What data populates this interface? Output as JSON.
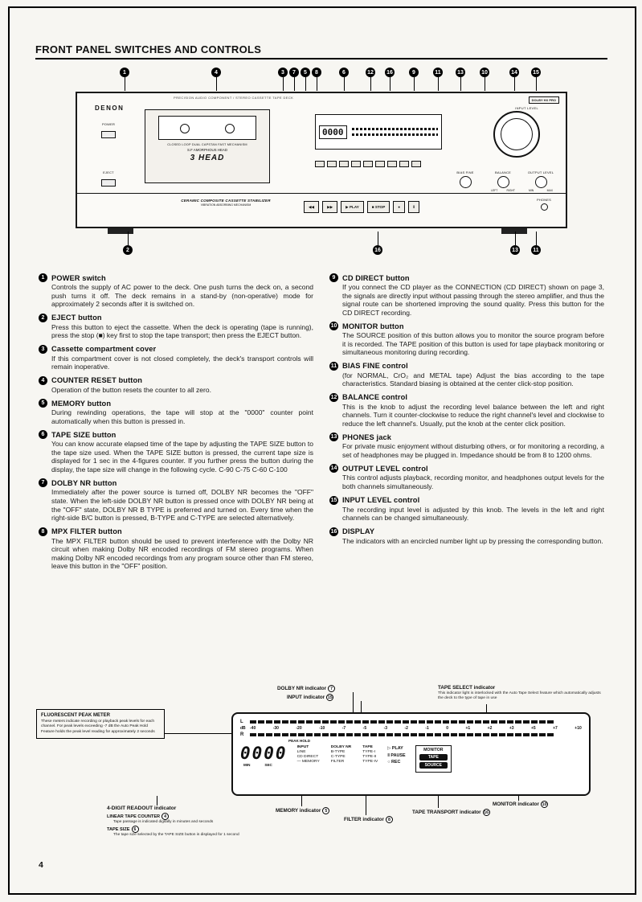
{
  "page": {
    "title": "FRONT PANEL SWITCHES AND CONTROLS",
    "number": "4"
  },
  "figure": {
    "brand": "DENON",
    "model_line": "PRECISION AUDIO COMPONENT / STEREO CASSETTE TAPE DECK",
    "dolby_badge": "DOLBY HX PRO",
    "input_level_label": "INPUT LEVEL",
    "power_label": "POWER",
    "eject_label": "EJECT",
    "door_line1": "CLOSED LOOP DUAL CAPSTAN FAST MECHANISM",
    "door_line2": "S.F AMORPHOUS HEAD",
    "door_line3": "3 HEAD",
    "stabilizer_line1": "CERAMIC COMPOSITE CASSETTE STABILIZER",
    "stabilizer_line2": "VIBRATION ABSORBING MECHANISM",
    "counter": "0000",
    "bias_fine_label": "BIAS FINE",
    "balance_label": "BALANCE",
    "output_level_label": "OUTPUT LEVEL",
    "left_label": "LEFT",
    "right_label": "RIGHT",
    "min_label": "MIN",
    "max_label": "MAX",
    "phones_label": "PHONES",
    "transport_buttons": [
      "◀◀",
      "▶▶",
      "▶ PLAY",
      "■ STOP",
      "●",
      "‖"
    ],
    "callouts_top": [
      "1",
      "4",
      "3",
      "7",
      "5",
      "8",
      "6",
      "12",
      "16",
      "9",
      "11",
      "13",
      "10",
      "14",
      "15"
    ],
    "callouts_bottom": [
      "2",
      "16",
      "13",
      "11"
    ]
  },
  "sections": {
    "left": [
      {
        "num": "1",
        "title": "POWER switch",
        "body": "Controls the supply of AC power to the deck. One push turns the deck on, a second push turns it off. The deck remains in a stand-by (non-operative) mode for approximately 2 seconds after it is switched on."
      },
      {
        "num": "2",
        "title": "EJECT button",
        "body": "Press this button to eject the cassette. When the deck is operating (tape is running), press the stop (■) key first to stop the tape transport; then press the EJECT button."
      },
      {
        "num": "3",
        "title": "Cassette compartment cover",
        "body": "If this compartment cover is not closed completely, the deck's transport controls will remain inoperative."
      },
      {
        "num": "4",
        "title": "COUNTER RESET button",
        "body": "Operation of the button resets the counter to all zero."
      },
      {
        "num": "5",
        "title": "MEMORY button",
        "body": "During rewinding operations, the tape will stop at the \"0000\" counter point automatically when this button is pressed in."
      },
      {
        "num": "6",
        "title": "TAPE SIZE button",
        "body": "You can know accurate elapsed time of the tape by adjusting the TAPE SIZE button to the tape size used. When the TAPE SIZE button is pressed, the current tape size is displayed for 1 sec in the 4-figures counter. If you further press the button during the display, the tape size will change in the following cycle. C-90 C-75 C-60 C-100"
      },
      {
        "num": "7",
        "title": "DOLBY NR button",
        "body": "Immediately after the power source is turned off, DOLBY NR becomes the \"OFF\" state. When the left-side DOLBY NR button is pressed once with DOLBY NR being at the \"OFF\" state, DOLBY NR B TYPE is preferred and turned on. Every time when the right-side B/C button is pressed, B-TYPE and C-TYPE are selected alternatively."
      },
      {
        "num": "8",
        "title": "MPX FILTER button",
        "body": "The MPX FILTER button should be used to prevent interference with the Dolby NR circuit when making Dolby NR encoded recordings of FM stereo programs. When making Dolby NR encoded recordings from any program source other than FM stereo, leave this button in the \"OFF\" position."
      }
    ],
    "right": [
      {
        "num": "9",
        "title": "CD DIRECT button",
        "body": "If you connect the CD player as the CONNECTION (CD DIRECT) shown on page 3, the signals are directly input without passing through the stereo amplifier, and thus the signal route can be shortened improving the sound quality. Press this button for the CD DIRECT recording."
      },
      {
        "num": "10",
        "title": "MONITOR button",
        "body": "The SOURCE position of this button allows you to monitor the source program before it is recorded. The TAPE position of this button is used for tape playback monitoring or simultaneous monitoring during recording."
      },
      {
        "num": "11",
        "title": "BIAS FINE control",
        "body": "(for NORMAL, CrO₂ and METAL tape) Adjust the bias according to the tape characteristics. Standard biasing is obtained at the center click-stop position."
      },
      {
        "num": "12",
        "title": "BALANCE control",
        "body": "This is the knob to adjust the recording level balance between the left and right channels. Turn it counter-clockwise to reduce the right channel's level and clockwise to reduce the left channel's. Usually, put the knob at the center click position."
      },
      {
        "num": "13",
        "title": "PHONES jack",
        "body": "For private music enjoyment without disturbing others, or for monitoring a recording, a set of headphones may be plugged in. Impedance should be from 8 to 1200 ohms."
      },
      {
        "num": "14",
        "title": "OUTPUT LEVEL control",
        "body": "This control adjusts playback, recording monitor, and headphones output levels for the both channels simultaneously."
      },
      {
        "num": "15",
        "title": "INPUT LEVEL control",
        "body": "The recording input level is adjusted by this knob. The levels in the left and right channels can be changed simultaneously."
      },
      {
        "num": "16",
        "title": "DISPLAY",
        "body": "The indicators with an encircled number light up by pressing the corresponding button."
      }
    ]
  },
  "display_figure": {
    "annotations": {
      "dolby": {
        "label": "DOLBY NR indicator",
        "num": "7"
      },
      "input": {
        "label": "INPUT indicator",
        "num": "15"
      },
      "tape_select_title": "TAPE SELECT indicator",
      "tape_select_body": "This indicator light is interlocked with the Auto Tape Select feature which automatically adjusts the deck to the type of tape in use",
      "peak_title": "FLUORESCENT PEAK METER",
      "peak_body": "These meters indicate recording or playback peak levels for each channel. For peak levels exceeding -7 dB the Auto Peak Hold Feature holds the peak level reading for approximately 2 seconds",
      "readout_title": "4-DIGIT READOUT indicator",
      "counter": {
        "label": "LINEAR TAPE COUNTER",
        "num": "4",
        "body": "Tape passage is indicated digitally in minutes and seconds"
      },
      "tape_size": {
        "label": "TAPE SIZE",
        "num": "6",
        "body": "The tape size selected by the TAPE SIZE button is displayed for 1 second"
      },
      "memory": {
        "label": "MEMORY indicator",
        "num": "5"
      },
      "filter": {
        "label": "FILTER indicator",
        "num": "8"
      },
      "transport": {
        "label": "TAPE TRANSPORT indicator",
        "num": "16"
      },
      "monitor": {
        "label": "MONITOR indicator",
        "num": "10"
      }
    },
    "display": {
      "l": "L",
      "r": "R",
      "db": "dB",
      "scale": [
        "-40",
        "-30",
        "-20",
        "-10",
        "-7",
        "-5",
        "-3",
        "-2",
        "-1",
        "0",
        "+1",
        "+2",
        "+3",
        "+5",
        "+7",
        "+10"
      ],
      "peak_hold": "PEAK HOLD",
      "counter": "0000",
      "min": "MIN",
      "sec": "SEC",
      "ind_cols": [
        [
          "INPUT",
          "LINE",
          "CD DIRECT",
          "— MEMORY"
        ],
        [
          "DOLBY NR",
          "B-TYPE",
          "C-TYPE",
          "FILTER"
        ],
        [
          "TAPE",
          "TYPE-I",
          "TYPE-II",
          "TYPE-IV"
        ]
      ],
      "transport": [
        "▷ PLAY",
        "‖ PAUSE",
        "○ REC"
      ],
      "monitor_label": "MONITOR",
      "monitor_badges": [
        "TAPE",
        "SOURCE"
      ]
    }
  }
}
